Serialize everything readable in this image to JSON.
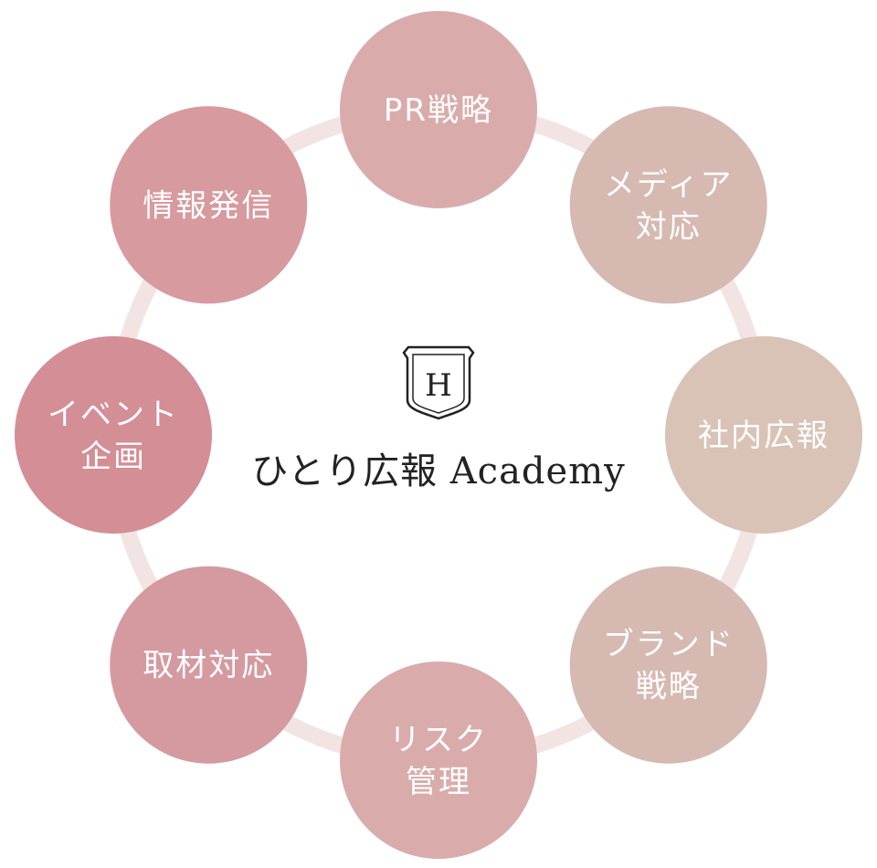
{
  "center": {
    "crest_letter": "H",
    "brand_name": "ひとり広報 Academy"
  },
  "nodes": [
    {
      "id": "pr-strategy",
      "lines": [
        "PR戦略"
      ],
      "color": "#d9acab"
    },
    {
      "id": "media-relations",
      "lines": [
        "メディア",
        "対応"
      ],
      "color": "#d6b9b1"
    },
    {
      "id": "internal-pr",
      "lines": [
        "社内広報"
      ],
      "color": "#d9c3b6"
    },
    {
      "id": "brand-strategy",
      "lines": [
        "ブランド",
        "戦略"
      ],
      "color": "#d6b9b1"
    },
    {
      "id": "risk-management",
      "lines": [
        "リスク",
        "管理"
      ],
      "color": "#d9acab"
    },
    {
      "id": "interview-handling",
      "lines": [
        "取材対応"
      ],
      "color": "#d59a9f"
    },
    {
      "id": "event-planning",
      "lines": [
        "イベント",
        "企画"
      ],
      "color": "#d48e96"
    },
    {
      "id": "information-dissemination",
      "lines": [
        "情報発信"
      ],
      "color": "#d79a9e"
    }
  ],
  "colors": {
    "ring": "#f2e4e3",
    "text_on_node": "#ffffff",
    "brand": "#222222"
  }
}
